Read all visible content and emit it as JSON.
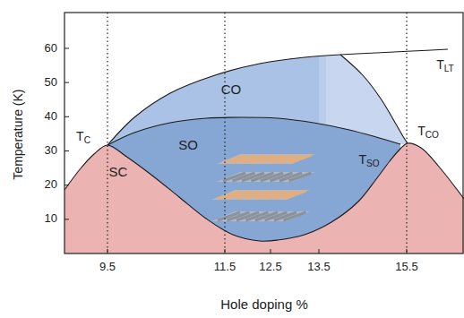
{
  "diagram": {
    "nodes": [
      {
        "text": [
          "CO"
        ]
      },
      {
        "text": [
          "SO"
        ]
      },
      {
        "text": [
          "SC"
        ]
      }
    ],
    "labels": [
      "TLT",
      "TC",
      "TSO",
      "TCO",
      "60",
      "50",
      "40",
      "30",
      "20",
      "10",
      "Temperature (K)",
      "9.5",
      "11.5",
      "12.5",
      "13.5",
      "15.5",
      "Hole doping %"
    ]
  }
}
